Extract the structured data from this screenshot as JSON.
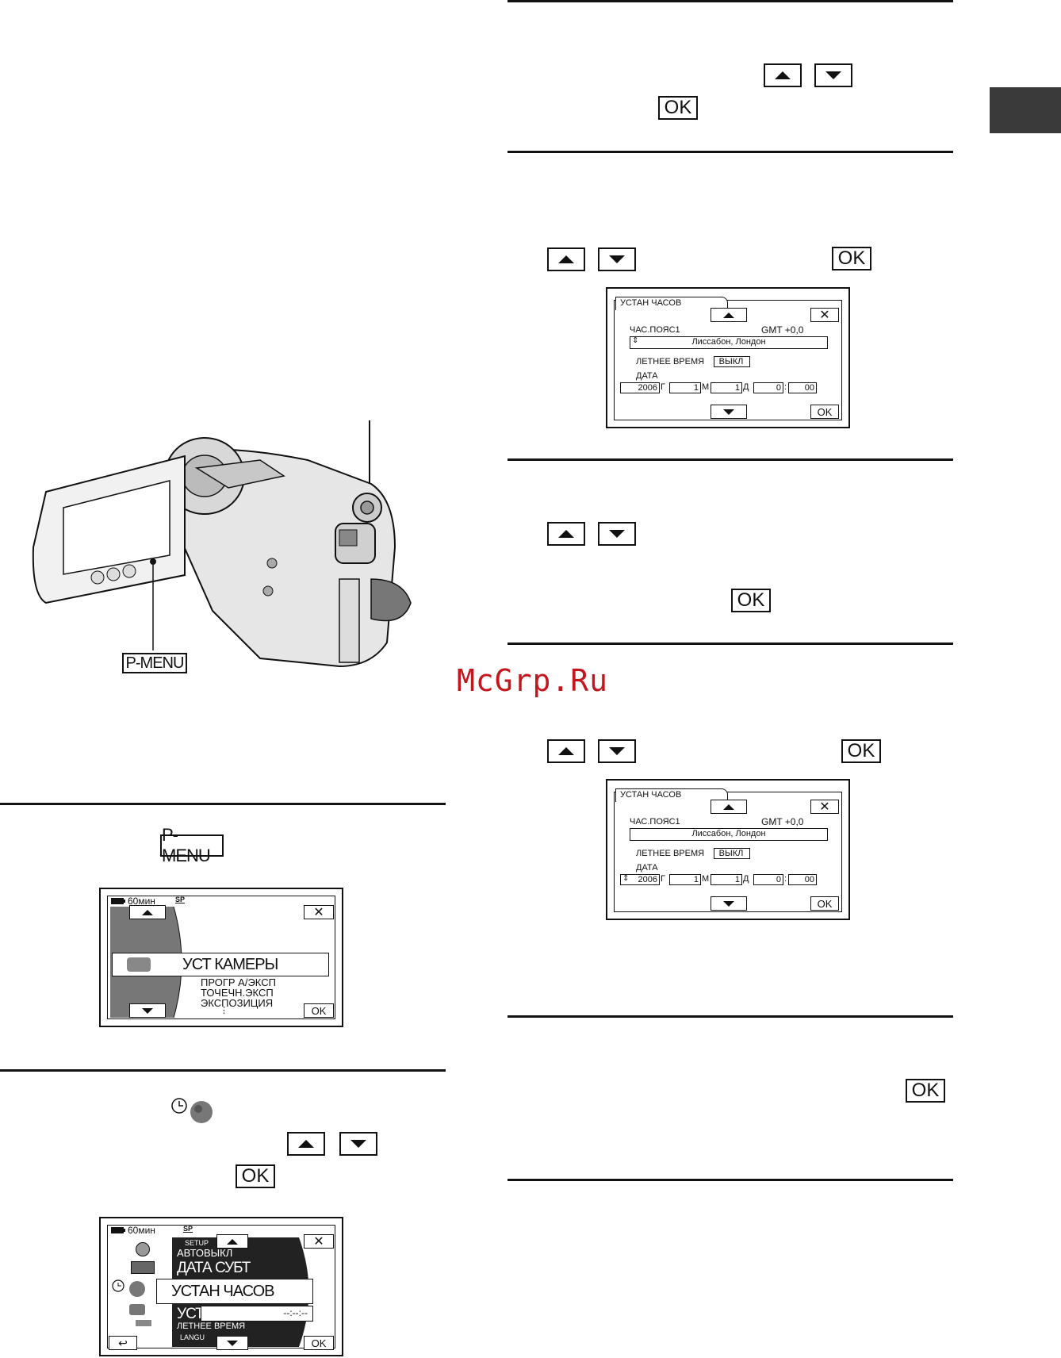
{
  "watermark": "McGrp.Ru",
  "keys": {
    "ok": "OK",
    "pmenu": "P-MENU"
  },
  "camera_label": "P-MENU",
  "screen1": {
    "battery": "60мин",
    "sp": "SP",
    "selected": "УСТ КАМЕРЫ",
    "items": [
      "ПРОГР А/ЭКСП",
      "ТОЧЕЧН.ЭКСП",
      "ЭКСПОЗИЦИЯ",
      "⋮"
    ],
    "ok": "OK"
  },
  "screen2": {
    "battery": "60мин",
    "sp": "SP",
    "setup": "SETUP",
    "items_top": [
      "АВТОВЫКЛ",
      "ДАТА СУБТ"
    ],
    "selected": "УСТАН ЧАСОВ",
    "partial": "УСТ",
    "time_placeholder": "--:--:--",
    "items_bottom": [
      "ЛЕТНЕЕ ВРЕМЯ",
      "LANGU"
    ],
    "ok": "OK"
  },
  "clock_screen_a": {
    "tab": "УСТАН ЧАСОВ",
    "tz_label": "ЧАС.ПОЯС1",
    "gmt": "GMT  +0,0",
    "city": "Лиссабон, Лондон",
    "dst_label": "ЛЕТНЕЕ ВРЕМЯ",
    "dst_value": "ВЫКЛ",
    "date_label": "ДАТА",
    "year": "2006",
    "year_unit": "Г",
    "month": "1",
    "month_unit": "М",
    "day": "1",
    "day_unit": "Д",
    "hour": "0",
    "minute": "00",
    "ok": "OK"
  },
  "clock_screen_b": {
    "tab": "УСТАН ЧАСОВ",
    "tz_label": "ЧАС.ПОЯС1",
    "gmt": "GMT  +0,0",
    "city": "Лиссабон, Лондон",
    "dst_label": "ЛЕТНЕЕ ВРЕМЯ",
    "dst_value": "ВЫКЛ",
    "date_label": "ДАТА",
    "year": "2006",
    "year_unit": "Г",
    "month": "1",
    "month_unit": "М",
    "day": "1",
    "day_unit": "Д",
    "hour": "0",
    "minute": "00",
    "ok": "OK"
  }
}
